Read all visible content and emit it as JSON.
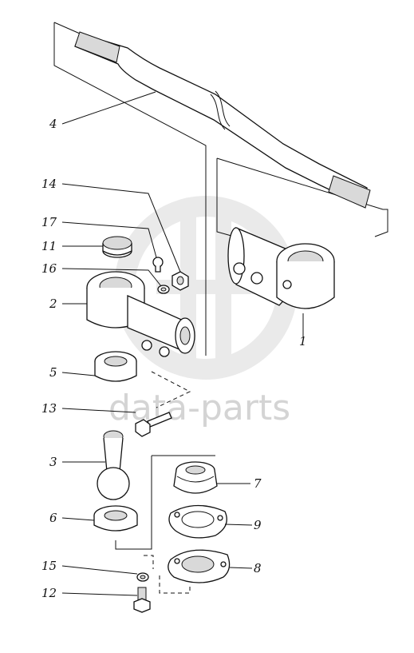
{
  "watermark": {
    "text": "data-parts"
  },
  "callouts": [
    {
      "id": "4",
      "text": "4"
    },
    {
      "id": "14",
      "text": "14"
    },
    {
      "id": "17",
      "text": "17"
    },
    {
      "id": "11",
      "text": "11"
    },
    {
      "id": "16",
      "text": "16"
    },
    {
      "id": "2",
      "text": "2"
    },
    {
      "id": "1",
      "text": "1"
    },
    {
      "id": "5",
      "text": "5"
    },
    {
      "id": "13",
      "text": "13"
    },
    {
      "id": "3",
      "text": "3"
    },
    {
      "id": "7",
      "text": "7"
    },
    {
      "id": "6",
      "text": "6"
    },
    {
      "id": "9",
      "text": "9"
    },
    {
      "id": "15",
      "text": "15"
    },
    {
      "id": "8",
      "text": "8"
    },
    {
      "id": "12",
      "text": "12"
    }
  ]
}
